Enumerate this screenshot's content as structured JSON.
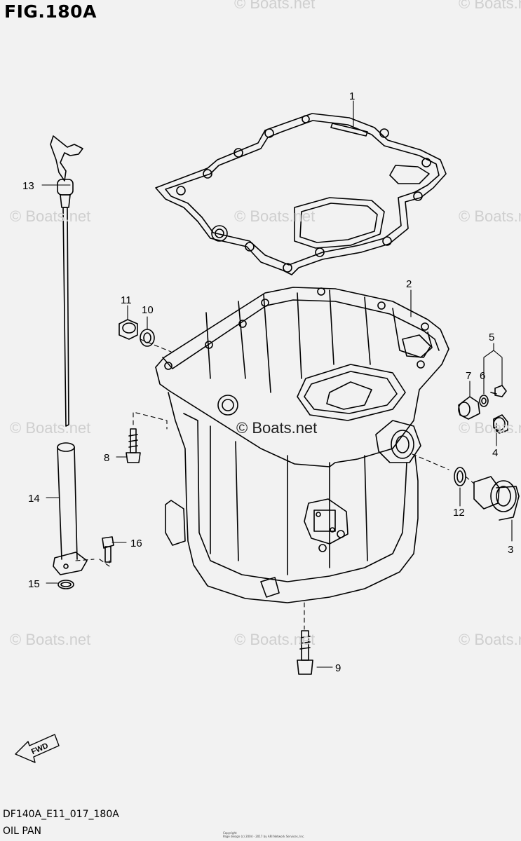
{
  "title": "FIG.180A",
  "diagram_code": "DF140A_E11_017_180A",
  "caption": "OIL PAN",
  "watermark": "© Boats.net",
  "center_watermark": "© Boats.net",
  "copyright_lines": [
    "Copyright",
    "Page design (c) 2004 - 2017 by ARI Network Services, Inc."
  ],
  "fwd_label": "FWD",
  "part_numbers": {
    "p1": "1",
    "p2": "2",
    "p3": "3",
    "p4": "4",
    "p5": "5",
    "p6": "6",
    "p7": "7",
    "p8": "8",
    "p9": "9",
    "p10": "10",
    "p11": "11",
    "p12": "12",
    "p13": "13",
    "p14": "14",
    "p15": "15",
    "p16": "16"
  },
  "colors": {
    "background": "#f2f2f2",
    "line": "#000000",
    "watermark": "#cfcfcf"
  }
}
